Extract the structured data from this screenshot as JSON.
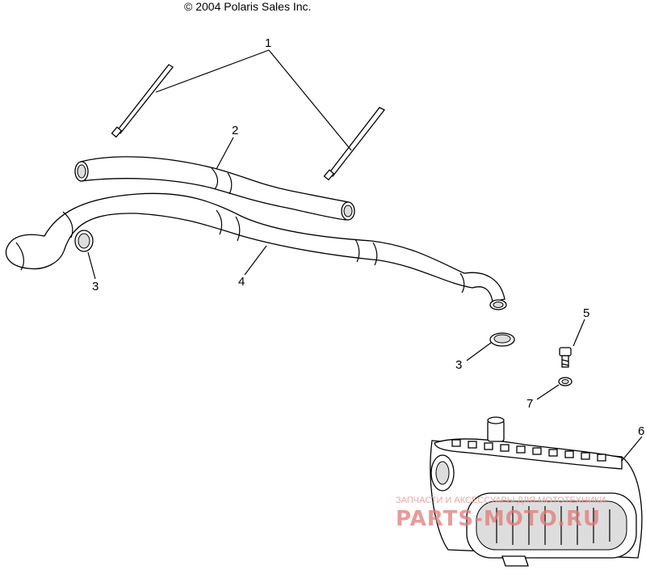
{
  "copyright": "© 2004 Polaris Sales Inc.",
  "callouts": {
    "c1": "1",
    "c2": "2",
    "c3a": "3",
    "c4": "4",
    "c3b": "3",
    "c5": "5",
    "c7": "7",
    "c6": "6"
  },
  "watermark": {
    "tagline": "ЗАПЧАСТИ И АКСЕССУАРЫ ДЛЯ МОТОТЕХНИКИ",
    "brand": "PARTS-MOTO.RU"
  }
}
